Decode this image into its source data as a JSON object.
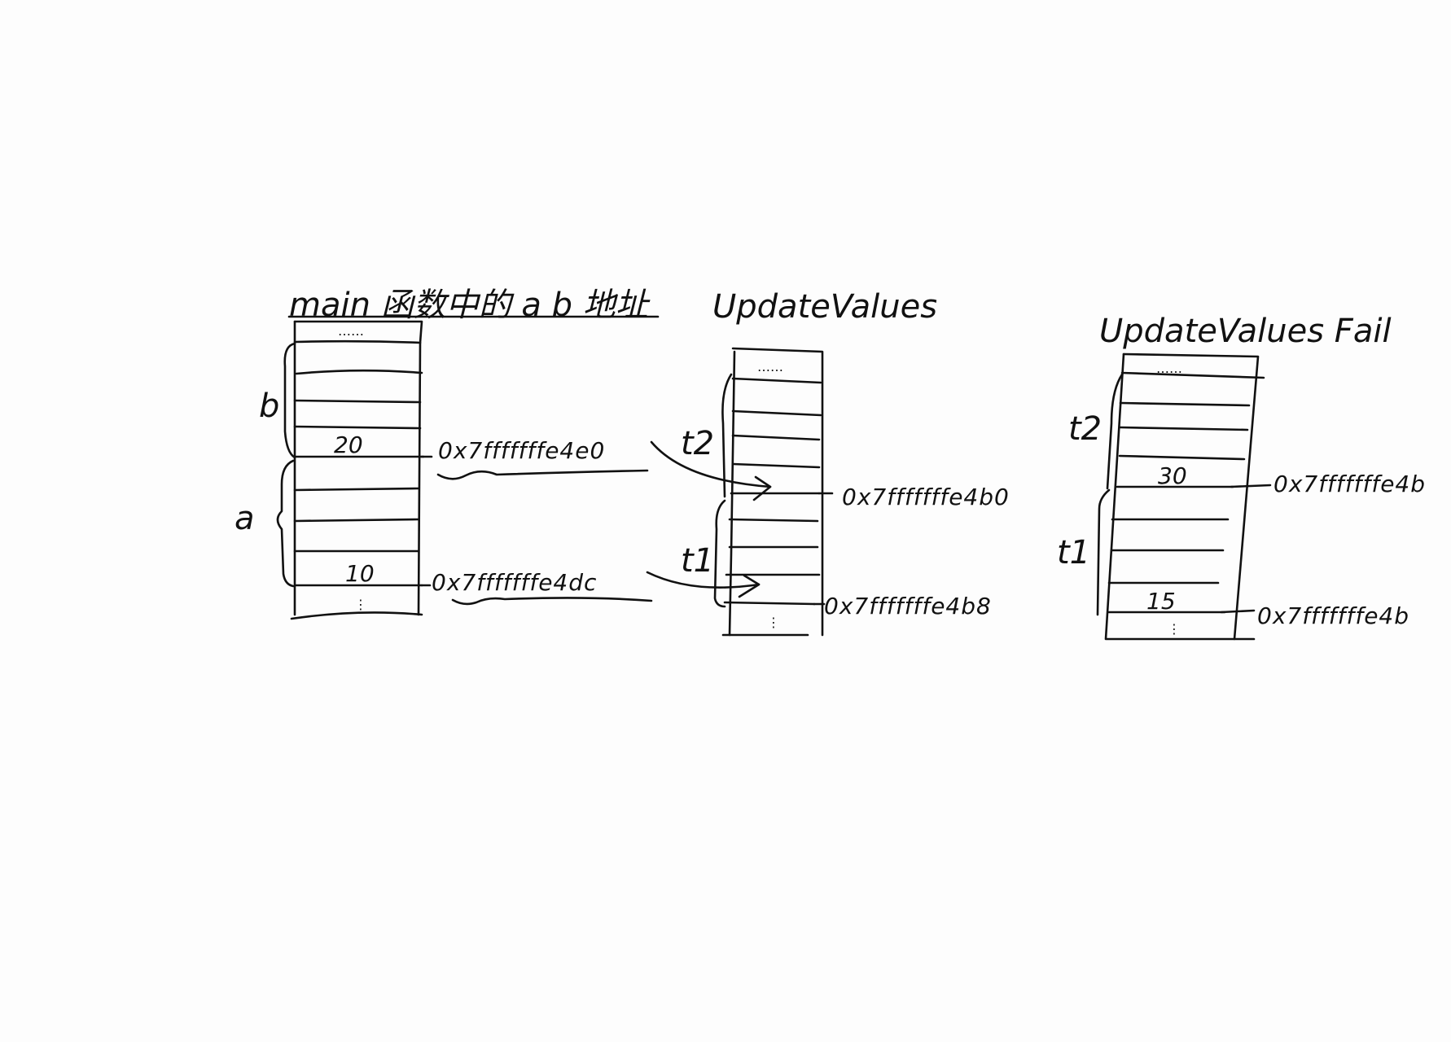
{
  "diagram": {
    "type": "hand-drawn stack memory diagram",
    "background": "#fdfdfd",
    "ink_color": "#111111",
    "stacks": [
      {
        "id": "main",
        "title": "main 函数中的 a b 地址",
        "top_cell_note": "……",
        "bottom_cell_note": "⋮",
        "brackets": [
          {
            "label": "b"
          },
          {
            "label": "a"
          }
        ],
        "values": [
          {
            "text": "20",
            "address": "0x7fffffffe4e0"
          },
          {
            "text": "10",
            "address": "0x7fffffffe4dc"
          }
        ]
      },
      {
        "id": "update-values",
        "title": "UpdateValues",
        "top_cell_note": "……",
        "bottom_cell_note": "⋮",
        "brackets": [
          {
            "label": "t2"
          },
          {
            "label": "t1"
          }
        ],
        "addresses": [
          "0x7fffffffe4b0",
          "0x7fffffffe4b8"
        ]
      },
      {
        "id": "update-values-fail",
        "title": "UpdateValues Fail",
        "top_cell_note": "……",
        "bottom_cell_note": "⋮",
        "brackets": [
          {
            "label": "t2"
          },
          {
            "label": "t1"
          }
        ],
        "values": [
          {
            "text": "30",
            "address": "0x7fffffffe4b"
          },
          {
            "text": "15",
            "address": "0x7fffffffe4b"
          }
        ]
      }
    ],
    "arrows": [
      {
        "from": "0x7fffffffe4e0",
        "to": "t2 cell in UpdateValues"
      },
      {
        "from": "0x7fffffffe4dc",
        "to": "t1 cell in UpdateValues"
      }
    ]
  }
}
